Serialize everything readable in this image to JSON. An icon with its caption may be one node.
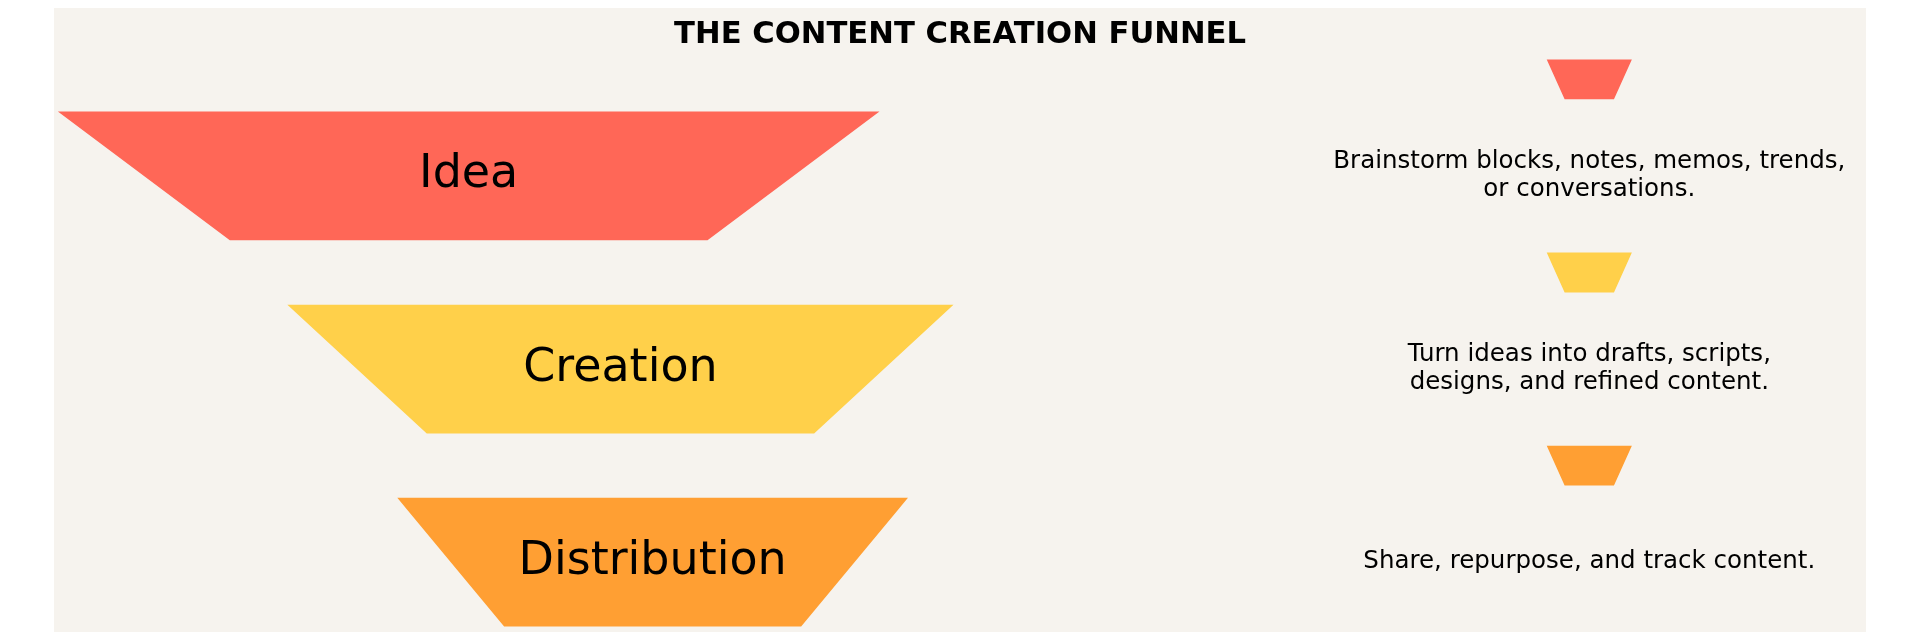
{
  "diagram": {
    "title": "THE CONTENT CREATION FUNNEL",
    "nodes": [
      {
        "text": [
          "Idea"
        ]
      },
      {
        "text": [
          "Creation"
        ]
      },
      {
        "text": [
          "Distribution"
        ]
      },
      {
        "text": [],
        "shape": "trapezoid",
        "beside": [
          "Brainstorm blocks, notes, memos, trends, or conversations."
        ]
      },
      {
        "text": [],
        "shape": "trapezoid",
        "beside": [
          "Turn ideas into drafts, scripts, designs, and refined content."
        ]
      },
      {
        "text": [],
        "shape": "trapezoid",
        "beside": [
          "Share, repurpose, and track content."
        ]
      }
    ]
  }
}
